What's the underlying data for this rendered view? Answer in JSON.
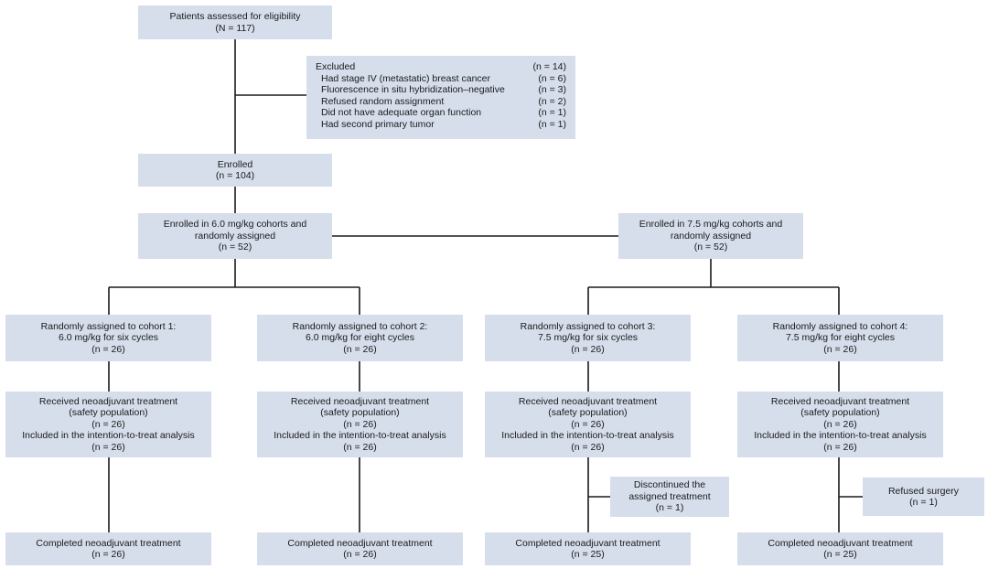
{
  "assessed": {
    "label": "Patients assessed for eligibility",
    "n": "(N = 117)"
  },
  "excluded": {
    "title": "Excluded",
    "n": "(n = 14)",
    "reasons": [
      {
        "label": "Had stage IV (metastatic) breast cancer",
        "n": "(n = 6)"
      },
      {
        "label": "Fluorescence in situ hybridization–negative",
        "n": "(n = 3)"
      },
      {
        "label": "Refused random assignment",
        "n": "(n = 2)"
      },
      {
        "label": "Did not have adequate organ function",
        "n": "(n = 1)"
      },
      {
        "label": "Had second primary tumor",
        "n": "(n = 1)"
      }
    ]
  },
  "enrolled": {
    "label": "Enrolled",
    "n": "(n = 104)"
  },
  "arms": [
    {
      "line1": "Enrolled in 6.0 mg/kg cohorts and",
      "line2": "randomly assigned",
      "n": "(n = 52)"
    },
    {
      "line1": "Enrolled in 7.5 mg/kg cohorts and",
      "line2": "randomly assigned",
      "n": "(n = 52)"
    }
  ],
  "cohorts": [
    {
      "assign": {
        "line1": "Randomly assigned to cohort 1:",
        "line2": "6.0 mg/kg for six cycles",
        "n": "(n = 26)"
      },
      "received": {
        "line1": "Received neoadjuvant treatment",
        "line2": "(safety population)",
        "n1": "(n = 26)",
        "line3": "Included in the intention-to-treat analysis",
        "n2": "(n = 26)"
      },
      "completed": {
        "label": "Completed neoadjuvant treatment",
        "n": "(n = 26)"
      }
    },
    {
      "assign": {
        "line1": "Randomly assigned to cohort 2:",
        "line2": "6.0 mg/kg for eight cycles",
        "n": "(n = 26)"
      },
      "received": {
        "line1": "Received neoadjuvant treatment",
        "line2": "(safety population)",
        "n1": "(n = 26)",
        "line3": "Included in the intention-to-treat analysis",
        "n2": "(n = 26)"
      },
      "completed": {
        "label": "Completed neoadjuvant treatment",
        "n": "(n = 26)"
      }
    },
    {
      "assign": {
        "line1": "Randomly assigned to cohort 3:",
        "line2": "7.5 mg/kg for six cycles",
        "n": "(n = 26)"
      },
      "received": {
        "line1": "Received neoadjuvant treatment",
        "line2": "(safety population)",
        "n1": "(n = 26)",
        "line3": "Included in the intention-to-treat analysis",
        "n2": "(n = 26)"
      },
      "completed": {
        "label": "Completed neoadjuvant treatment",
        "n": "(n = 25)"
      }
    },
    {
      "assign": {
        "line1": "Randomly assigned to cohort 4:",
        "line2": "7.5 mg/kg for eight cycles",
        "n": "(n = 26)"
      },
      "received": {
        "line1": "Received neoadjuvant treatment",
        "line2": "(safety population)",
        "n1": "(n = 26)",
        "line3": "Included in the intention-to-treat analysis",
        "n2": "(n = 26)"
      },
      "completed": {
        "label": "Completed neoadjuvant treatment",
        "n": "(n = 25)"
      }
    }
  ],
  "discontinued": {
    "line1": "Discontinued the",
    "line2": "assigned treatment",
    "n": "(n = 1)"
  },
  "refused": {
    "label": "Refused surgery",
    "n": "(n = 1)"
  },
  "colors": {
    "box": "#d6deec",
    "line": "#1a1a1a"
  }
}
